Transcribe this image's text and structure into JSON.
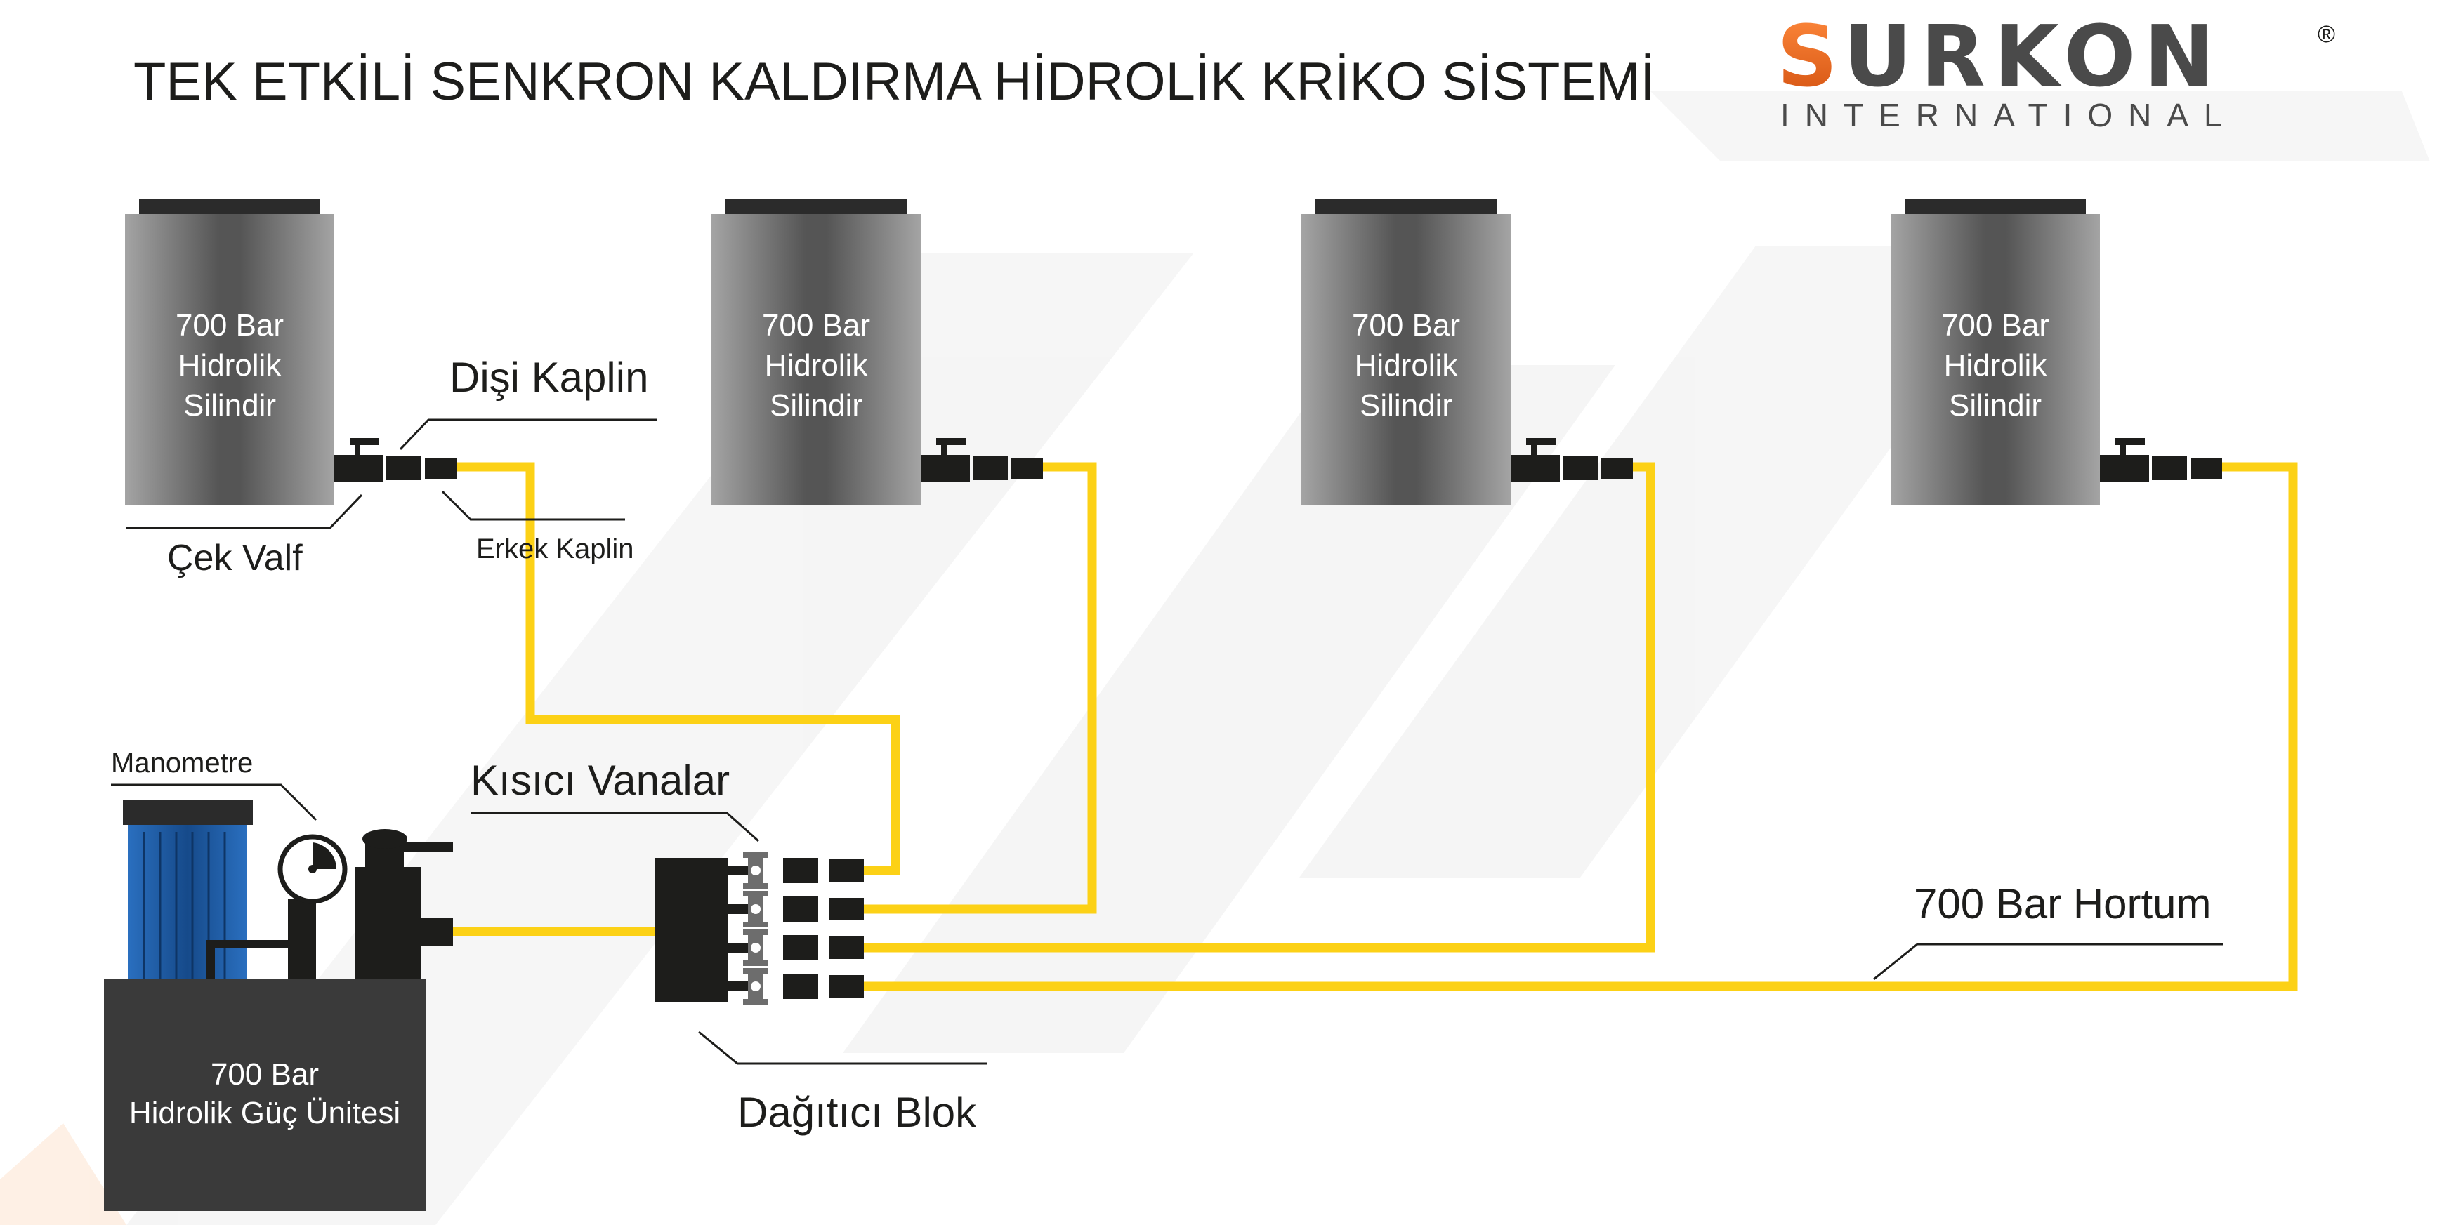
{
  "title": "TEK ETKİLİ SENKRON KALDIRMA HİDROLİK KRİKO SİSTEMİ",
  "logo": {
    "brand_first": "S",
    "brand_rest": "URKON",
    "registered": "®",
    "subtitle": "INTERNATIONAL",
    "colors": {
      "accent": "#e8641c",
      "text": "#4a4a4a"
    }
  },
  "cylinders": [
    {
      "lines": [
        "700 Bar",
        "Hidrolik",
        "Silindir"
      ]
    },
    {
      "lines": [
        "700 Bar",
        "Hidrolik",
        "Silindir"
      ]
    },
    {
      "lines": [
        "700 Bar",
        "Hidrolik",
        "Silindir"
      ]
    },
    {
      "lines": [
        "700 Bar",
        "Hidrolik",
        "Silindir"
      ]
    }
  ],
  "power_unit": {
    "lines": [
      "700 Bar",
      "Hidrolik Güç Ünitesi"
    ]
  },
  "labels": {
    "female_coupler": "Dişi Kaplin",
    "check_valve": "Çek Valf",
    "male_coupler": "Erkek Kaplin",
    "manometer": "Manometre",
    "restrictor_valves": "Kısıcı Vanalar",
    "manifold": "Dağıtıcı Blok",
    "hose": "700 Bar Hortum"
  },
  "colors": {
    "hose": "#fcd116",
    "cylinder_dark": "#5a5a5a",
    "cylinder_light": "#a0a0a0",
    "power_unit": "#3a3a3a",
    "reservoir": "#1e5aa0",
    "watermark": "#efefef"
  }
}
